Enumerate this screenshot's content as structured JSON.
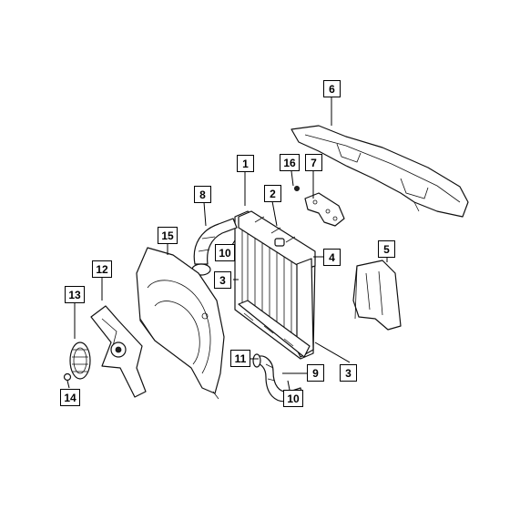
{
  "diagram": {
    "callouts": [
      {
        "id": "c1",
        "label": "1"
      },
      {
        "id": "c2",
        "label": "2"
      },
      {
        "id": "c3a",
        "label": "3"
      },
      {
        "id": "c3b",
        "label": "3"
      },
      {
        "id": "c4",
        "label": "4"
      },
      {
        "id": "c5",
        "label": "5"
      },
      {
        "id": "c6",
        "label": "6"
      },
      {
        "id": "c7",
        "label": "7"
      },
      {
        "id": "c8",
        "label": "8"
      },
      {
        "id": "c9",
        "label": "9"
      },
      {
        "id": "c10a",
        "label": "10"
      },
      {
        "id": "c10b",
        "label": "10"
      },
      {
        "id": "c11",
        "label": "11"
      },
      {
        "id": "c12",
        "label": "12"
      },
      {
        "id": "c13",
        "label": "13"
      },
      {
        "id": "c14",
        "label": "14"
      },
      {
        "id": "c15",
        "label": "15"
      },
      {
        "id": "c16",
        "label": "16"
      }
    ]
  }
}
